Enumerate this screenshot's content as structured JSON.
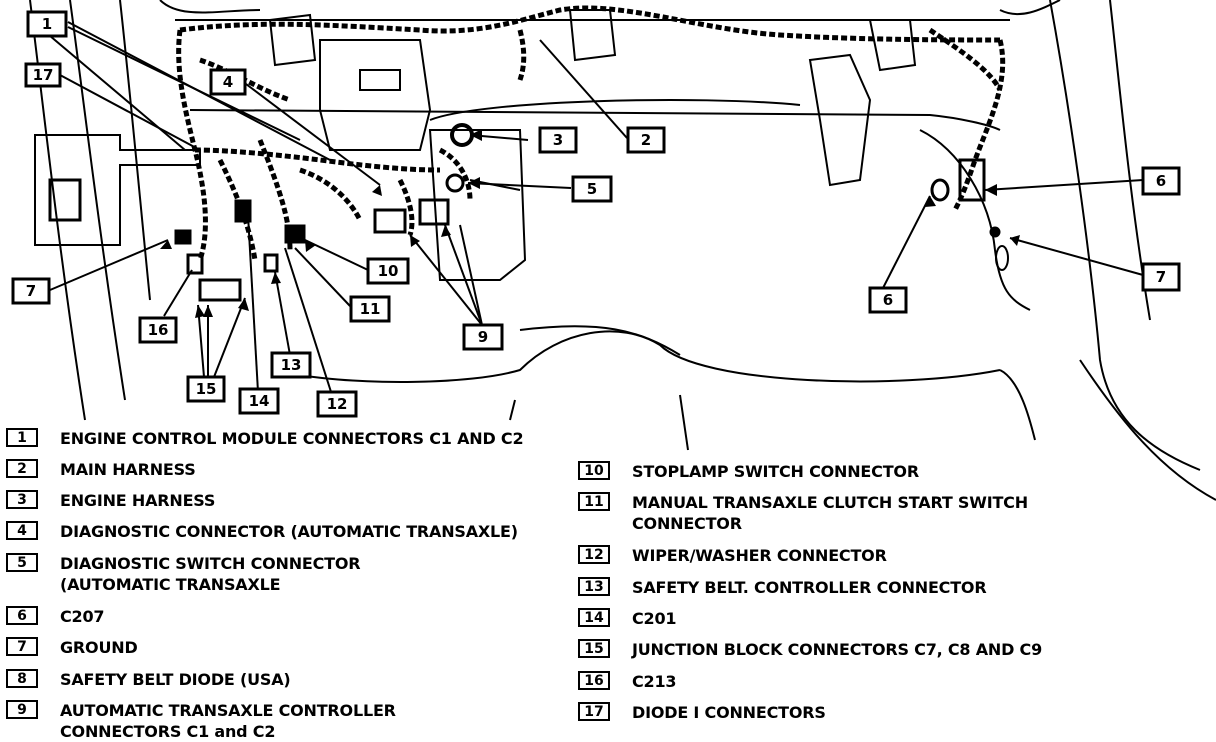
{
  "callouts": [
    "1",
    "2",
    "3",
    "4",
    "5",
    "6",
    "6",
    "7",
    "7",
    "9",
    "10",
    "11",
    "12",
    "13",
    "14",
    "15",
    "16",
    "17"
  ],
  "legend": [
    {
      "num": "1",
      "text": "ENGINE CONTROL MODULE CONNECTORS C1 AND C2"
    },
    {
      "num": "2",
      "text": "MAIN HARNESS"
    },
    {
      "num": "3",
      "text": "ENGINE HARNESS"
    },
    {
      "num": "4",
      "text": "DIAGNOSTIC CONNECTOR (AUTOMATIC TRANSAXLE)"
    },
    {
      "num": "5",
      "text": "DIAGNOSTIC SWITCH CONNECTOR\n(AUTOMATIC TRANSAXLE"
    },
    {
      "num": "6",
      "text": "C207"
    },
    {
      "num": "7",
      "text": "GROUND"
    },
    {
      "num": "8",
      "text": "SAFETY BELT DIODE (USA)"
    },
    {
      "num": "9",
      "text": "AUTOMATIC TRANSAXLE CONTROLLER\nCONNECTORS C1 and C2"
    },
    {
      "num": "10",
      "text": "STOPLAMP SWITCH CONNECTOR"
    },
    {
      "num": "11",
      "text": "MANUAL TRANSAXLE CLUTCH START SWITCH\nCONNECTOR"
    },
    {
      "num": "12",
      "text": "WIPER/WASHER CONNECTOR"
    },
    {
      "num": "13",
      "text": "SAFETY BELT. CONTROLLER CONNECTOR"
    },
    {
      "num": "14",
      "text": "C201"
    },
    {
      "num": "15",
      "text": "JUNCTION BLOCK CONNECTORS C7, C8 AND C9"
    },
    {
      "num": "16",
      "text": "C213"
    },
    {
      "num": "17",
      "text": "DIODE I CONNECTORS"
    }
  ]
}
